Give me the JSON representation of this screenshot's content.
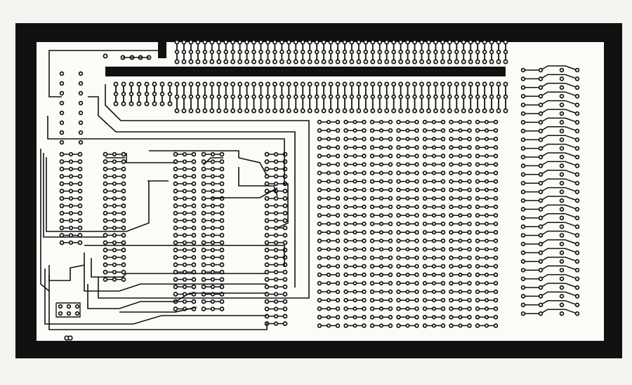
{
  "figure": {
    "kind": "pcb-copper-artwork",
    "colors": {
      "paper": "#f4f4f1",
      "copper": "#111111",
      "board": "#fbfbf8"
    },
    "components": {
      "edge_connector": {
        "rows": 2,
        "pins": 48
      },
      "ic_sockets": 4,
      "prototype_grid": {
        "columns": 7,
        "rows": 25
      },
      "side_strip": {
        "rows": 29
      }
    }
  }
}
